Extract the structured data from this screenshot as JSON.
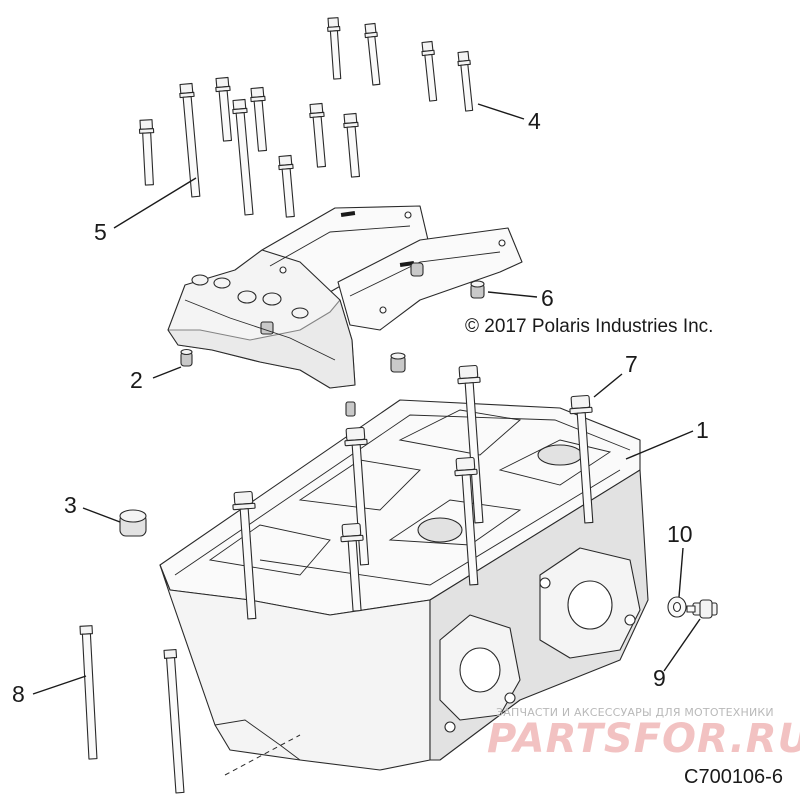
{
  "diagram": {
    "copyright": "© 2017 Polaris Industries Inc.",
    "figure_code": "C700106-6",
    "watermark": {
      "subtitle": "ЗАПЧАСТИ И АКСЕССУАРЫ ДЛЯ МОТОТЕХНИКИ",
      "brand": "PARTSFOR.RU"
    },
    "callouts": [
      {
        "id": "1",
        "label": "1",
        "part": "cylinder-head"
      },
      {
        "id": "2",
        "label": "2",
        "part": "dowel-pin"
      },
      {
        "id": "3",
        "label": "3",
        "part": "plug"
      },
      {
        "id": "4",
        "label": "4",
        "part": "bolt"
      },
      {
        "id": "5",
        "label": "5",
        "part": "bolt"
      },
      {
        "id": "6",
        "label": "6",
        "part": "dowel-pin"
      },
      {
        "id": "7",
        "label": "7",
        "part": "head-bolt"
      },
      {
        "id": "8",
        "label": "8",
        "part": "stud"
      },
      {
        "id": "9",
        "label": "9",
        "part": "bolt"
      },
      {
        "id": "10",
        "label": "10",
        "part": "washer"
      }
    ]
  }
}
